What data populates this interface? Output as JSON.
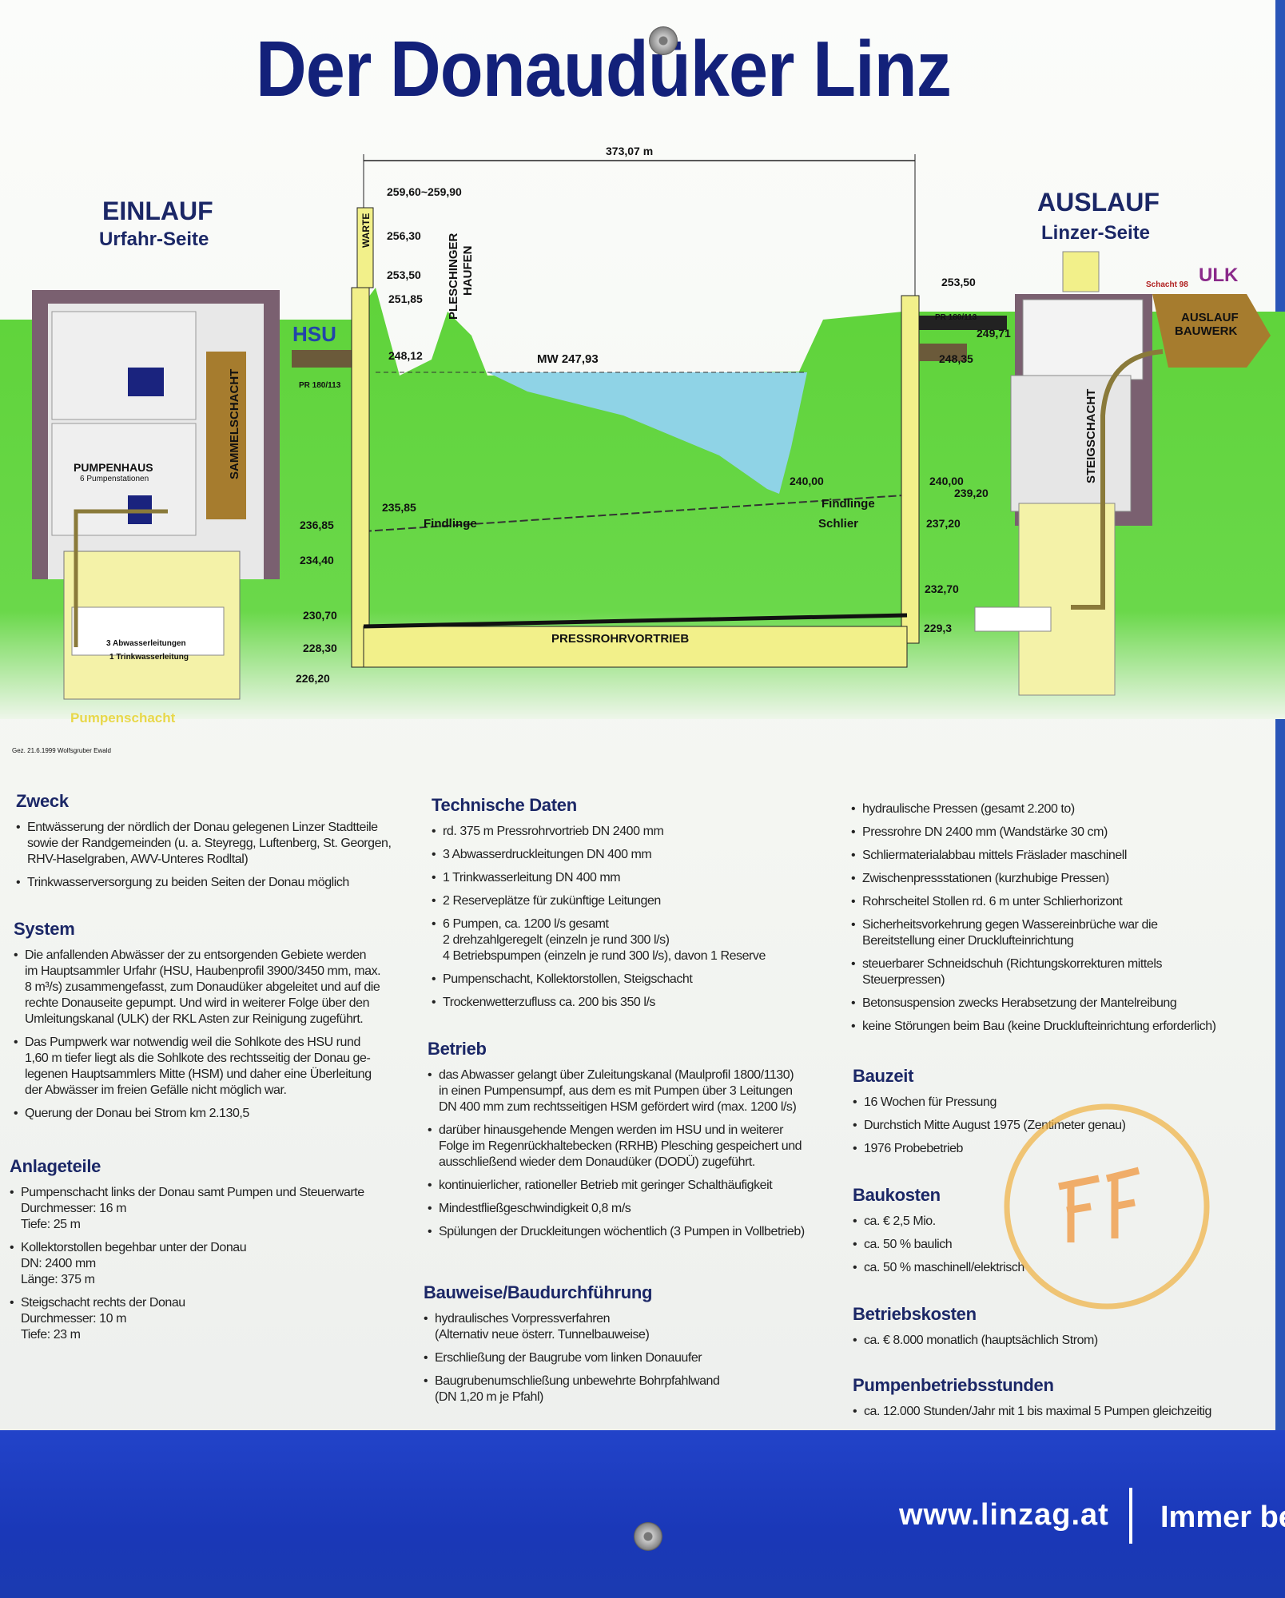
{
  "title": "Der Donaudüker Linz",
  "diagram": {
    "span": "373,07 m",
    "einlauf": "EINLAUF",
    "einlauf_side": "Urfahr-Seite",
    "auslauf": "AUSLAUF",
    "auslauf_side": "Linzer-Seite",
    "warte": "WARTE",
    "pleschinger1": "PLESCHINGER",
    "pleschinger2": "HAUFEN",
    "hsu": "HSU",
    "pr_left": "PR 180/113",
    "pr_right": "PR 180/113",
    "sammelschacht": "SAMMELSCHACHT",
    "pumpenhaus": "PUMPENHAUS",
    "pumpenstationen": "6 Pumpenstationen",
    "mw": "MW 247,93",
    "findlinge_left": "Findlinge",
    "findlinge_right": "Findlinge",
    "schlier": "Schlier",
    "pressrohr": "PRESSROHRVORTRIEB",
    "schacht98": "Schacht 98",
    "ulk": "ULK",
    "auslaufbauwerk1": "AUSLAUF",
    "auslaufbauwerk2": "BAUWERK",
    "steigschacht": "STEIGSCHACHT",
    "abwasserleitungen": "3 Abwasserleitungen",
    "trinkwasserleitung": "1 Trinkwasserleitung",
    "pumpenschacht": "Pumpenschacht",
    "credit": "Gez. 21.6.1999 Wolfsgruber Ewald",
    "elev_left": [
      "259,60~259,90",
      "256,30",
      "253,50",
      "251,85",
      "248,12"
    ],
    "elev_shaft_left": [
      "236,85",
      "234,40",
      "230,70",
      "228,30",
      "226,20"
    ],
    "elev_findling": "235,85",
    "elev_river": "240,00",
    "elev_right": [
      "253,50",
      "249,71",
      "248,35",
      "240,00",
      "239,20",
      "237,20",
      "232,70",
      "229,3"
    ]
  },
  "sections": {
    "zweck": {
      "heading": "Zweck",
      "items": [
        "Entwässerung der nördlich der Donau gelegenen Linzer Stadtteile\nsowie der Randgemeinden (u. a. Steyregg, Luftenberg, St. Georgen,\nRHV-Haselgraben, AWV-Unteres Rodltal)",
        "Trinkwasserversorgung zu beiden Seiten der Donau möglich"
      ]
    },
    "system": {
      "heading": "System",
      "items": [
        "Die anfallenden Abwässer der zu entsorgenden Gebiete werden\nim Hauptsammler Urfahr (HSU, Haubenprofil 3900/3450 mm, max.\n8 m³/s) zusammengefasst, zum Donaudüker abgeleitet und auf die\nrechte Donauseite gepumpt. Und wird in weiterer Folge über den\nUmleitungskanal (ULK) der RKL Asten zur Reinigung zugeführt.",
        "Das Pumpwerk war notwendig weil die Sohlkote des HSU rund\n1,60 m tiefer liegt als die Sohlkote des rechtsseitig der Donau ge-\nlegenen Hauptsammlers Mitte (HSM) und daher eine Überleitung\nder Abwässer im freien Gefälle nicht möglich war.",
        "Querung der Donau bei Strom km 2.130,5"
      ]
    },
    "anlageteile": {
      "heading": "Anlageteile",
      "items": [
        "Pumpenschacht links der Donau samt Pumpen und Steuerwarte\nDurchmesser: 16 m\nTiefe: 25 m",
        "Kollektorstollen begehbar unter der Donau\nDN: 2400 mm\nLänge: 375 m",
        "Steigschacht rechts der Donau\nDurchmesser: 10 m\nTiefe: 23 m"
      ]
    },
    "technische_daten": {
      "heading": "Technische Daten",
      "items": [
        "rd. 375 m Pressrohrvortrieb DN 2400 mm",
        "3 Abwasserdruckleitungen DN 400 mm",
        "1 Trinkwasserleitung DN 400 mm",
        "2 Reserveplätze für zukünftige Leitungen",
        "6 Pumpen, ca. 1200 l/s gesamt\n2 drehzahlgeregelt (einzeln je rund 300 l/s)\n4 Betriebspumpen (einzeln je rund 300 l/s), davon 1 Reserve",
        "Pumpenschacht, Kollektorstollen, Steigschacht",
        "Trockenwetterzufluss ca. 200 bis 350 l/s"
      ]
    },
    "betrieb": {
      "heading": "Betrieb",
      "items": [
        "das Abwasser gelangt über Zuleitungskanal (Maulprofil 1800/1130)\nin einen Pumpensumpf, aus dem es mit Pumpen über 3 Leitungen\nDN 400 mm zum rechtsseitigen HSM gefördert wird (max. 1200 l/s)",
        "darüber hinausgehende Mengen werden im HSU und in weiterer\nFolge im Regenrückhaltebecken (RRHB) Plesching gespeichert und\nausschließend wieder dem Donaudüker (DODÜ) zugeführt.",
        "kontinuierlicher, rationeller Betrieb mit geringer Schalthäufigkeit",
        "Mindestfließgeschwindigkeit 0,8 m/s",
        "Spülungen der Druckleitungen wöchentlich (3 Pumpen in Vollbetrieb)"
      ]
    },
    "bauweise": {
      "heading": "Bauweise/Baudurchführung",
      "items": [
        "hydraulisches Vorpressverfahren\n(Alternativ neue österr. Tunnelbauweise)",
        "Erschließung der Baugrube vom linken Donauufer",
        "Baugrubenumschließung unbewehrte Bohrpfahlwand\n(DN 1,20 m je Pfahl)"
      ]
    },
    "bauweise_cont": {
      "items": [
        "hydraulische Pressen (gesamt 2.200 to)",
        "Pressrohre DN 2400 mm (Wandstärke 30 cm)",
        "Schliermaterialabbau mittels Fräslader maschinell",
        "Zwischenpressstationen (kurzhubige Pressen)",
        "Rohrscheitel Stollen rd. 6 m unter Schlierhorizont",
        "Sicherheitsvorkehrung gegen Wassereinbrüche war die\nBereitstellung einer Drucklufteinrichtung",
        "steuerbarer Schneidschuh (Richtungskorrekturen mittels\nSteuerpressen)",
        "Betonsuspension zwecks Herabsetzung der Mantelreibung",
        "keine Störungen beim Bau (keine Drucklufteinrichtung erforderlich)"
      ]
    },
    "bauzeit": {
      "heading": "Bauzeit",
      "items": [
        "16 Wochen für Pressung",
        "Durchstich Mitte August 1975 (Zentimeter genau)",
        "1976 Probebetrieb"
      ]
    },
    "baukosten": {
      "heading": "Baukosten",
      "items": [
        "ca. € 2,5 Mio.",
        "ca. 50 % baulich",
        "ca. 50 % maschinell/elektrisch"
      ]
    },
    "betriebskosten": {
      "heading": "Betriebskosten",
      "items": [
        "ca. € 8.000 monatlich (hauptsächlich Strom)"
      ]
    },
    "pumpenbetriebsstunden": {
      "heading": "Pumpenbetriebsstunden",
      "items": [
        "ca. 12.000 Stunden/Jahr mit 1 bis maximal 5 Pumpen gleichzeitig"
      ]
    }
  },
  "footer": {
    "url": "www.linzag.at",
    "slogan": "Immer be"
  },
  "colors": {
    "title": "#13217a",
    "ground": "#5fd33a",
    "water": "#8fd3e6",
    "pipe": "#f2f08a",
    "footer": "#1f40c4"
  }
}
